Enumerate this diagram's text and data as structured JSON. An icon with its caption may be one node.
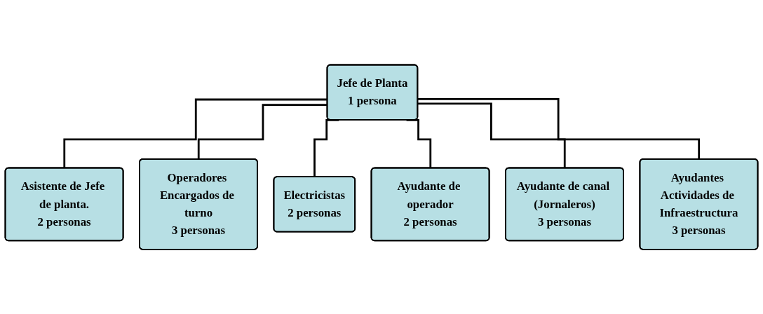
{
  "diagram": {
    "nodes": [
      {
        "text": [
          "Jefe de Planta",
          "1 persona"
        ]
      },
      {
        "text": [
          "Asistente de Jefe de planta.",
          "2 personas"
        ]
      },
      {
        "text": [
          "Operadores Encargados de turno",
          "3 personas"
        ]
      },
      {
        "text": [
          "Electricistas",
          "2 personas"
        ]
      },
      {
        "text": [
          "Ayudante de operador",
          "2 personas"
        ]
      },
      {
        "text": [
          "Ayudante de canal (Jornaleros)",
          "3 personas"
        ]
      },
      {
        "text": [
          "Ayudantes Actividades de Infraestructura",
          "3 personas"
        ]
      }
    ],
    "edges": [
      {
        "from": 0,
        "to": 1,
        "arrow": "none"
      },
      {
        "from": 0,
        "to": 2,
        "arrow": "none"
      },
      {
        "from": 0,
        "to": 3,
        "arrow": "none"
      },
      {
        "from": 0,
        "to": 4,
        "arrow": "none"
      },
      {
        "from": 0,
        "to": 5,
        "arrow": "none"
      },
      {
        "from": 0,
        "to": 6,
        "arrow": "none"
      }
    ]
  }
}
